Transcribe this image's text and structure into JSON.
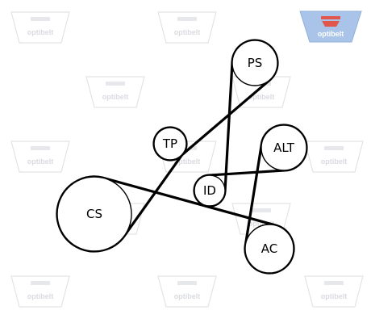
{
  "brand": {
    "logo_text": "optibelt",
    "watermark_text": "optibelt",
    "logo_color": "#a9c4e8",
    "logo_accent": "#e2574c"
  },
  "pulleys": {
    "ps": {
      "label": "PS"
    },
    "tp": {
      "label": "TP"
    },
    "alt": {
      "label": "ALT"
    },
    "id": {
      "label": "ID"
    },
    "cs": {
      "label": "CS"
    },
    "ac": {
      "label": "AC"
    }
  },
  "colors": {
    "belt": "#000000",
    "pulley_stroke": "#000000",
    "watermark": "#d9dbe0"
  }
}
